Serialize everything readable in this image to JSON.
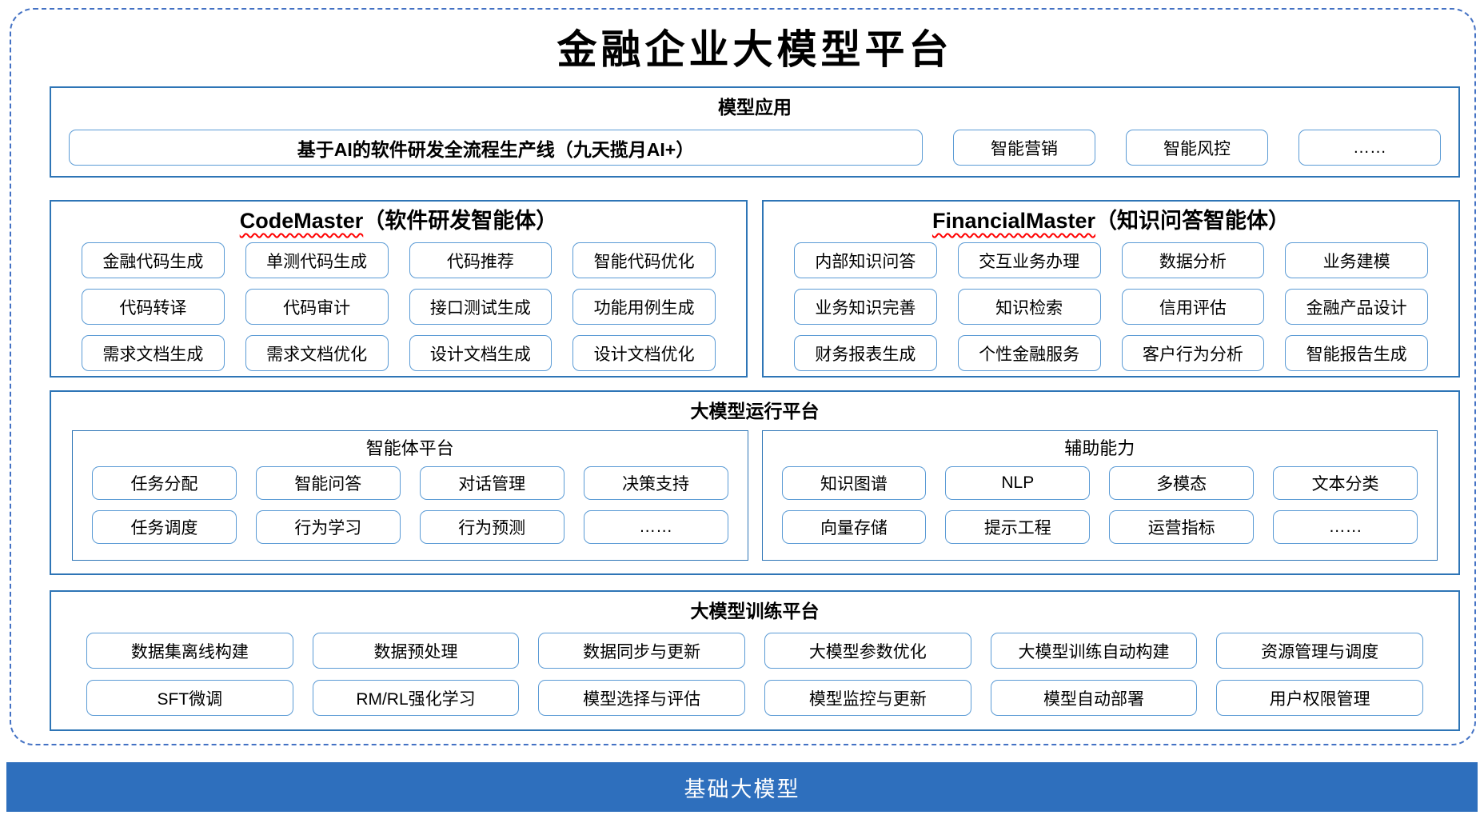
{
  "title": "金融企业大模型平台",
  "colors": {
    "frame_dash_border": "#4472C4",
    "section_border": "#2E75B6",
    "button_border": "#5B9BD5",
    "foundation_bar": "#2E6FBD",
    "spellcheck_underline": "#FF0000",
    "text": "#000000",
    "foundation_text": "#FFFFFF"
  },
  "sections": {
    "model_app": {
      "header": "模型应用",
      "main_button": "基于AI的软件研发全流程生产线（九天揽月AI+）",
      "buttons": [
        "智能营销",
        "智能风控",
        "……"
      ]
    },
    "code_master": {
      "title_en": "CodeMaster",
      "title_zh": "（软件研发智能体）",
      "buttons": [
        "金融代码生成",
        "单测代码生成",
        "代码推荐",
        "智能代码优化",
        "代码转译",
        "代码审计",
        "接口测试生成",
        "功能用例生成",
        "需求文档生成",
        "需求文档优化",
        "设计文档生成",
        "设计文档优化"
      ]
    },
    "financial_master": {
      "title_en": "FinancialMaster",
      "title_zh": "（知识问答智能体）",
      "buttons": [
        "内部知识问答",
        "交互业务办理",
        "数据分析",
        "业务建模",
        "业务知识完善",
        "知识检索",
        "信用评估",
        "金融产品设计",
        "财务报表生成",
        "个性金融服务",
        "客户行为分析",
        "智能报告生成"
      ]
    },
    "runtime_platform": {
      "header": "大模型运行平台",
      "agent_platform": {
        "header": "智能体平台",
        "buttons": [
          "任务分配",
          "智能问答",
          "对话管理",
          "决策支持",
          "任务调度",
          "行为学习",
          "行为预测",
          "……"
        ]
      },
      "auxiliary_capabilities": {
        "header": "辅助能力",
        "buttons": [
          "知识图谱",
          "NLP",
          "多模态",
          "文本分类",
          "向量存储",
          "提示工程",
          "运营指标",
          "……"
        ]
      }
    },
    "training_platform": {
      "header": "大模型训练平台",
      "buttons": [
        "数据集离线构建",
        "数据预处理",
        "数据同步与更新",
        "大模型参数优化",
        "大模型训练自动构建",
        "资源管理与调度",
        "SFT微调",
        "RM/RL强化学习",
        "模型选择与评估",
        "模型监控与更新",
        "模型自动部署",
        "用户权限管理"
      ]
    },
    "foundation_model": {
      "label": "基础大模型"
    }
  }
}
